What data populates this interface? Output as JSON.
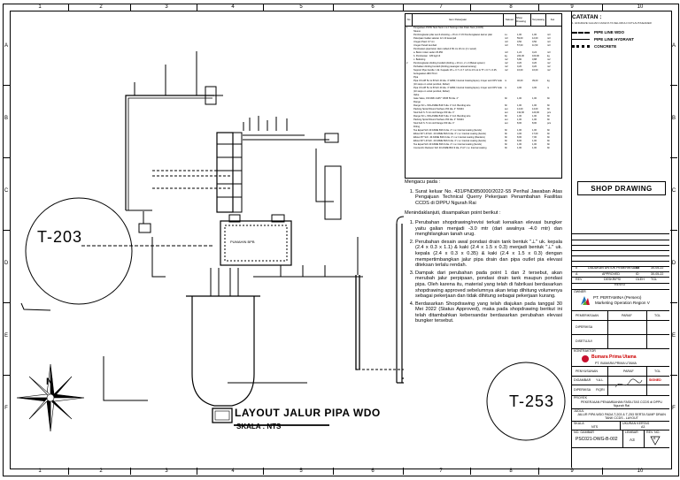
{
  "grid": {
    "columns": [
      "1",
      "2",
      "3",
      "4",
      "5",
      "6",
      "7",
      "8",
      "9",
      "10"
    ],
    "rows": [
      "A",
      "B",
      "C",
      "D",
      "E",
      "F"
    ]
  },
  "drawing": {
    "tank_left": "T-203",
    "tank_right": "T-253",
    "building_label": "PUMAHIN BPB",
    "north": "N",
    "title": "LAYOUT JALUR PIPA WDO",
    "scale": "SKALA : NTS"
  },
  "table": {
    "headers": [
      "No",
      "Item Pekerjaan",
      "Satuan",
      "Shop Drawing",
      "Terpasang",
      "Ket"
    ],
    "rows": [
      [
        "1",
        "Pengadaan PIOW Tank Tank 1 & 2 Tierimgo Inlet Drain Tank (CCDS)",
        "",
        "",
        "",
        ""
      ],
      [
        "",
        "Sleeve",
        "",
        "",
        "",
        ""
      ],
      [
        "",
        "Pembongkaran pilar sumb shooting + 15 cm X 15 Pembongkaran karner pilar",
        "Ls",
        "1,00",
        "1,00",
        "m3"
      ],
      [
        "",
        "Pekerjaan Galian saluran 12 m3 kesenjad",
        "m3",
        "59,00",
        "12,00",
        "m3"
      ],
      [
        "",
        "Urugan Pasir t=7 cm",
        "m3",
        "0,50",
        "0,50",
        "m3"
      ],
      [
        "",
        "Urugan Tanah kembali",
        "m3",
        "57,00",
        "11,50",
        "m3"
      ],
      [
        "",
        "Pembuatan pipa beton dann rafted & 50 cm 20 cm (4 x wood)",
        "",
        "",
        "",
        ""
      ],
      [
        "",
        "a. Beton rolam sedem B-350",
        "m3",
        "1,24",
        "0,24",
        "m3"
      ],
      [
        "",
        "b. Pembesian : 180 kg/m3",
        "kg",
        "224,00",
        "100,00",
        "kg"
      ],
      [
        "",
        "c. Bekisting",
        "m2",
        "5,80",
        "0,88",
        "m2"
      ],
      [
        "2",
        "Pembongkaran dinding bundell (dinding + 20 cm, 2 x 2 (Bekal system)",
        "m2",
        "0,20",
        "0,20",
        "m2"
      ],
      [
        "",
        "Perbaikan dinding bundell (dinding pasangan selesai keriang)",
        "m2",
        "0,20",
        "0,20",
        "m2"
      ],
      [
        "",
        "Support Pipe bundle = dk. Kapasik 1% + 0.7 x 0.7 m/h & 4.5 mk & TT x 0.7 x 0.25,",
        "m2",
        "16,00",
        "16,00",
        "m2"
      ],
      [
        "",
        "bertugaskan dRinTCx4",
        "",
        "",
        "",
        ""
      ],
      [
        "",
        "Pipa",
        "",
        "",
        "",
        ""
      ],
      [
        "",
        "Pipa CS API 5L Gr.B Sch 40 dia. 4\" ERW, Internal Coating Epoxy 1 layer and OPV side",
        "m",
        "40,00",
        "39,00",
        "kg"
      ],
      [
        "",
        "(10 steps on untuk pembuk, Rebar)",
        "",
        "",
        "",
        ""
      ],
      [
        "",
        "Pipa CS API 5L Gr.B Sch 40 dia. 4\" ERW, Internal Coating Epoxy 1 layer and OPV side",
        "m",
        "4,00",
        "4,00",
        "m"
      ],
      [
        "",
        "(10 steps on untuk pembuk, Rebar)",
        "",
        "",
        "",
        ""
      ],
      [
        "",
        "Valve",
        "",
        "",
        "",
        ""
      ],
      [
        "",
        "Gate Valve, 150 #RF A105 * WCB 50 dia. 4\"",
        "bh",
        "1,00",
        "1,00",
        "bh"
      ],
      [
        "",
        "Flange",
        "",
        "",
        "",
        ""
      ],
      [
        "",
        "Flange SO + WN-ASME B16.5 dia. 4\" incl. Bending wire",
        "bh",
        "1,00",
        "1,00",
        "bh"
      ],
      [
        "",
        "Packing Spiral Wound Surface 150 dia. 4\" SS304",
        "set",
        "14,00",
        "14,00",
        "bh"
      ],
      [
        "",
        "Stud bolt S. 5 min std Flange 150 dia. 4\"",
        "set",
        "132,00",
        "120,00",
        "pcs"
      ],
      [
        "",
        "Flange SO + WN-ASME B16.5 dia. 4\" incl. Bending wire",
        "bh",
        "1,00",
        "1,00",
        "bh"
      ],
      [
        "",
        "Packing Spiral Wound Surface 150 dia. 4\" SS304",
        "set",
        "1,00",
        "1,00",
        "bh"
      ],
      [
        "",
        "Stud bolt S. 5 min std Flange 150 dia. 4\"",
        "set",
        "8,00",
        "8,00",
        "pcs"
      ],
      [
        "",
        "Fitting",
        "",
        "",
        "",
        ""
      ],
      [
        "",
        "Tee Equal Sch 40 ASME B16.9 dia. 4\" c.w. Internal coating (bends)",
        "bh",
        "1,00",
        "1,00",
        "bh"
      ],
      [
        "",
        "Elbow 90° LR Sch. 40 ASME B16.9 dia. 4\" c.w. Internal coating (bends)",
        "bh",
        "4,00",
        "17,00",
        "bh"
      ],
      [
        "",
        "Elbow 45° Sch. 40 ASME B16.9 dia. 4\" c.w. Internal coating (Flanders)",
        "bh",
        "8,00",
        "7,00",
        "bh"
      ],
      [
        "",
        "Elbow 90° LR Sch. 40 ASME B16.9 dia. 4\" c.w. Internal coating (bends)",
        "bh",
        "8,00",
        "1,00",
        "bh"
      ],
      [
        "",
        "Tee Equal Sch 40 ASME B16.9 dia. 4\" c.w. Internal coating (bends)",
        "bh",
        "1,00",
        "1,00",
        "bh"
      ],
      [
        "",
        "Concentric Reducer Sch 40 ASME B16.9 dia. 4\"x2\" c.w. Internal coating",
        "bh",
        "1,00",
        "1,00",
        "bh"
      ]
    ]
  },
  "notes": {
    "intro": "Mengacu pada :",
    "ref": [
      "Surat keluar No. 431/PND850000/2022-S5 Perihal Jawaban Atas Pengajuan Technical Querry Pekerjaan Penambahan Fasilitas CCDS di DPPU Ngurah Rai"
    ],
    "intro2": "Menindaklanjuti, disampaikan point berikut :",
    "points": [
      "Perubahan shopdrawing/revisi terkait kenaikan elevasi bungker yaitu galian menjadi -3.0 mtr (dari awalnya -4.0 mtr) dan menghilangkan tanah urug.",
      "Perubahan desain awal pondasi drain tank bentuk \"⊥\" uk. kepala (2.4 x 0.3 x 1.1) & kaki (2.4 x 1.5 x 0.3) menjadi bentuk \"⊥\" uk. kepala (2.4 x 0.3 x 0.35) & kaki (2.4 x 1.5 x 0.3) dengan mempertimbangkan jalur pipa drain dan pipa outlet pia elevasi diteksan terlalu rendah.",
      "Dampak dari perubahan pada point 1 dan 2 tersebut, akan merubah jalur perpipaan, pondasi drain tank maupun pondasi pipa. Oleh karena itu, material yang telah di fabrikasi berdasarkan shopdrawing approved sebelumnya akan tetap dihitung volumenya sebagai pekerjaan dan tidak dihitung sebagai pekerjaan kurang.",
      "Berdasarkan Shopdrawing yang telah diajukan pada tanggal 30 Mei 2022 (Status Approved), maka pada shopdrawing berikut ini telah ditambahkan kebersandar berdasarkan perubahan elevasi bungker tersebut."
    ]
  },
  "catatan": {
    "title": "CATATAN :",
    "sub": "1. ENGRAVE GALIAN CAKEYA TA SELURUH OUTLAUT/HEADER",
    "legend": [
      "PIPE LINE WDO",
      "PIPE LINE HYDRANT",
      "CONCRETE"
    ]
  },
  "titleblock": {
    "shop": "SHOP DRAWING",
    "rev_rows": [
      [
        "0",
        "DIAJUKAN UNTUK PEMERIKSAAN",
        "ID",
        "30-05-22"
      ],
      [
        "A",
        "APPROVED",
        "ID",
        "30-05-22"
      ],
      [
        "REV",
        "DESKRIPSI",
        "OLEH",
        "TGL"
      ]
    ],
    "rev_caption": "REVISI",
    "owner_label": "OWNER",
    "owner_name": "PT. PERTAMINA (Persero)",
    "owner_sub": "Marketing Operation Region V",
    "pemeriksa": "PEMERIKSAAN",
    "paraf": "PARAF",
    "tgl": "TGL",
    "diperiksa": "DIPERIKSA",
    "disetujui": "DISETUJUI",
    "contractor_label": "KONTRAKTOR",
    "contractor_name": "Bumara Prima Utama",
    "contractor_sub": "PT. BUMARA PRIMA UTAMA",
    "penyusun": "PENYUSUNAN",
    "digambar": "DIGAMBAR",
    "diperiksa2": "DIPERIKSA",
    "sign1": "Y.A.L",
    "sign2": "FIQRI",
    "stamp": "SIGNED",
    "proyek_label": "PROYEK",
    "proyek": "PEKERJAAN PENAMBAHAN FASILITAS CCDS di DPPU Ngurah Rai",
    "judul_label": "JUDUL",
    "judul": "JALUR PIPA WDO PADA T-203 & T-253 SERTA SUMP DRAIN TANK CCDS - LAYOUT",
    "skala_label": "SKALA",
    "skala": "NTS",
    "ukuran_label": "UKURAN KERTAS",
    "ukuran": "A3",
    "no_gambar_label": "NO. GAMBAR",
    "no_gambar": "PSC021-DWG-B-002",
    "lembar_label": "LEMBAR",
    "lembar": "A3",
    "rev_label": "REV. NO.",
    "rev": "A"
  }
}
